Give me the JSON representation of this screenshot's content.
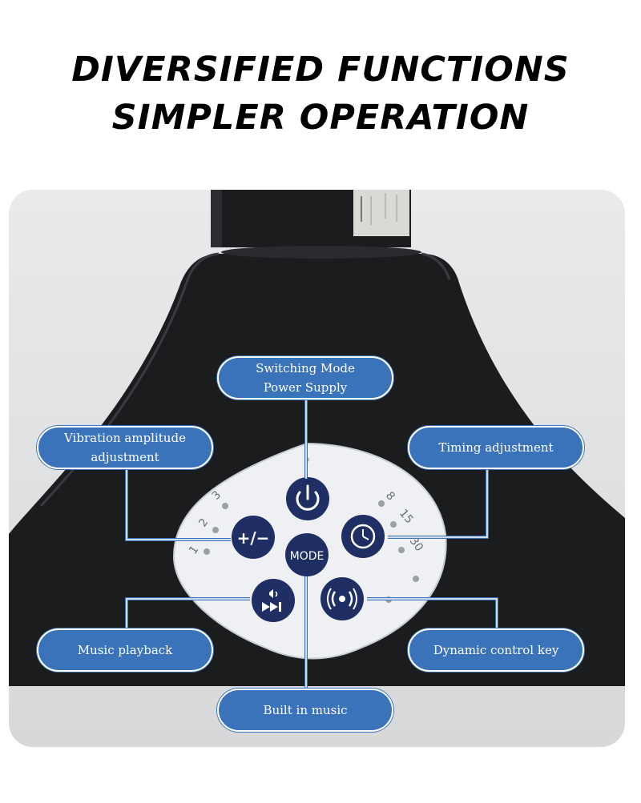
{
  "headline": {
    "line1": "DIVERSIFIED FUNCTIONS",
    "line2": "SIMPLER OPERATION"
  },
  "colors": {
    "callout_blue": "#3b73ba",
    "button_navy": "#1f2f63",
    "device_black": "#1b1c1e",
    "panel_grey": "#e0e1e3"
  },
  "callouts": {
    "switch": "Switching Mode\nPower Supply",
    "vibration": "Vibration amplitude\nadjustment",
    "timing": "Timing adjustment",
    "music": "Music playback",
    "dynamic": "Dynamic control key",
    "builtin": "Built in music"
  },
  "control_panel": {
    "mode_label": "MODE",
    "plus_minus_label": "+/−",
    "level_marks": [
      "1",
      "2",
      "3"
    ],
    "timer_marks": [
      "8",
      "15",
      "30"
    ],
    "icons": [
      "power-icon",
      "plus-minus-icon",
      "clock-icon",
      "mode-icon",
      "play-skip-icon",
      "vibration-wave-icon"
    ]
  }
}
